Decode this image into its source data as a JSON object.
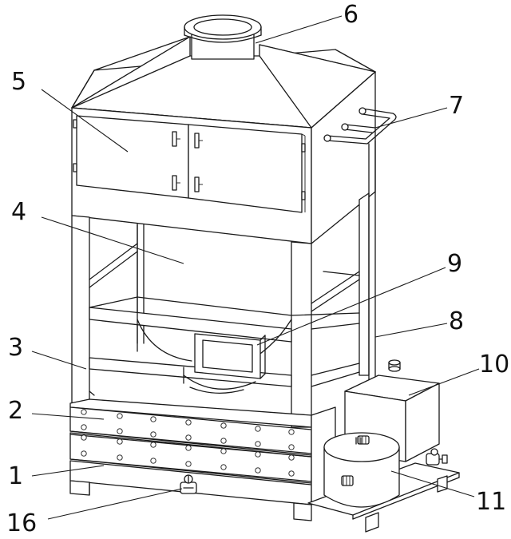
{
  "labels": {
    "l1": "1",
    "l2": "2",
    "l3": "3",
    "l4": "4",
    "l5": "5",
    "l6": "6",
    "l7": "7",
    "l8": "8",
    "l9": "9",
    "l10": "10",
    "l11": "11",
    "l16": "16"
  },
  "colors": {
    "line": "#1a1a1a",
    "background": "#ffffff"
  }
}
